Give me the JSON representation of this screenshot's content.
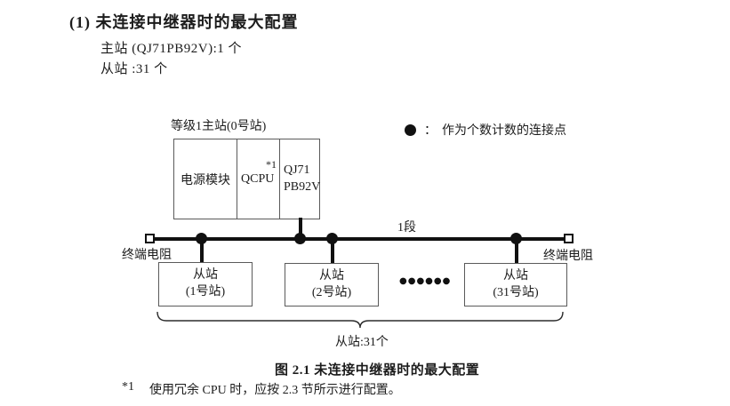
{
  "header": {
    "title": "(1) 未连接中继器时的最大配置",
    "master_line": "主站 (QJ71PB92V):1 个",
    "slave_line": "从站 :31 个"
  },
  "diagram": {
    "master_label": "等级1主站(0号站)",
    "master_cells": {
      "power": "电源模块",
      "cpu": "QCPU",
      "cpu_note": "*1",
      "net_line1": "QJ71",
      "net_line2": "PB92V"
    },
    "legend": {
      "separator": "：",
      "text": "作为个数计数的连接点"
    },
    "segment_label": "1段",
    "terminator_left": "终端电阻",
    "terminator_right": "终端电阻",
    "slaves": [
      {
        "line1": "从站",
        "line2": "(1号站)"
      },
      {
        "line1": "从站",
        "line2": "(2号站)"
      },
      {
        "line1": "从站",
        "line2": "(31号站)"
      }
    ],
    "ellipsis": "●●●●●●",
    "brace_label": "从站:31个"
  },
  "caption": "图 2.1 未连接中继器时的最大配置",
  "footnote": {
    "marker": "*1",
    "text": "使用冗余 CPU 时，应按 2.3 节所示进行配置。"
  },
  "colors": {
    "ink": "#111111",
    "border_gray": "#5a5a5a",
    "background": "#ffffff"
  }
}
